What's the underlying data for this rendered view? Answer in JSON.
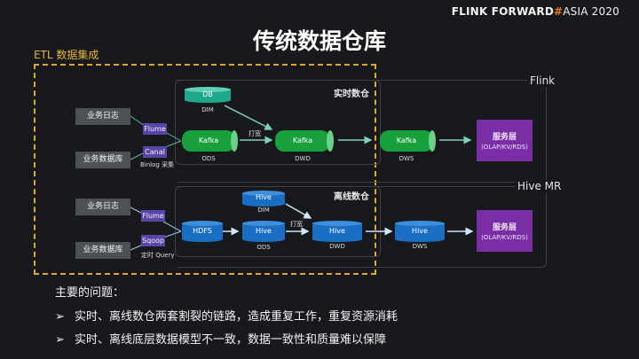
{
  "brand": {
    "main": "FLINK FORWARD",
    "hash": "#",
    "rest": "ASIA 2020"
  },
  "title": "传统数据仓库",
  "etl_label": "ETL 数据集成",
  "realtime": {
    "engine_label": "Flink",
    "group_label": "实时数仓",
    "sources": [
      "业务日志",
      "业务数据库"
    ],
    "tools": [
      "Flume",
      "Canal"
    ],
    "tool_note": "Binlog 采集",
    "dim": {
      "name": "DB",
      "label": "DIM"
    },
    "nodes": [
      {
        "name": "Kafka",
        "label": "ODS"
      },
      {
        "name": "Kafka",
        "label": "DWD"
      },
      {
        "name": "Kafka",
        "label": "DWS"
      }
    ],
    "join_label": "打宽",
    "service": {
      "title": "服务层",
      "subtitle": "(OLAP/KV/RDS)"
    }
  },
  "offline": {
    "engine_label": "Hive MR",
    "group_label": "离线数仓",
    "sources": [
      "业务日志",
      "业务数据库"
    ],
    "tools": [
      "Flume",
      "Sqoop"
    ],
    "tool_note": "定时 Query",
    "dim": {
      "name": "Hive",
      "label": "DIM"
    },
    "nodes": [
      {
        "name": "HDFS",
        "label": ""
      },
      {
        "name": "Hive",
        "label": "ODS"
      },
      {
        "name": "Hive",
        "label": "DWD"
      },
      {
        "name": "Hive",
        "label": "DWS"
      }
    ],
    "join_label": "打宽",
    "service": {
      "title": "服务层",
      "subtitle": "(OLAP/KV/RDS)"
    }
  },
  "problems": {
    "heading": "主要的问题：",
    "bullet_glyph": "➢",
    "items": [
      "实时、离线数仓两套割裂的链路，造成重复工作，重复资源消耗",
      "实时、离线底层数据模型不一致，数据一致性和质量难以保障"
    ]
  },
  "colors": {
    "background": "#17191d",
    "etl_dash": "#e0a92f",
    "kafka_green": "#17a03c",
    "db_teal": "#1fa88c",
    "hive_blue": "#1a6fc4",
    "service_purple": "#7a2ea6",
    "tool_purple": "#5a44a8",
    "arrow_teal": "#7fd0b4",
    "arrow_blue": "#cfe6f7"
  }
}
